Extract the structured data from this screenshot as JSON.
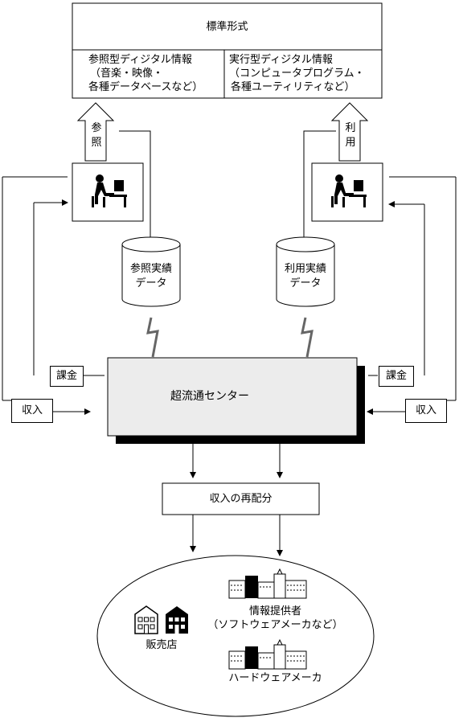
{
  "standard_format": {
    "title": "標準形式",
    "reference": {
      "line1": "参照型ディジタル情報",
      "line2": "（音楽・映像・",
      "line3": "各種データベースなど）"
    },
    "executable": {
      "line1": "実行型ディジタル情報",
      "line2": "（コンピュータプログラム・",
      "line3": "各種ユーティリティなど）"
    }
  },
  "left_arrow": {
    "c1": "参",
    "c2": "照"
  },
  "right_arrow": {
    "c1": "利",
    "c2": "用"
  },
  "left_db": {
    "line1": "参照実績",
    "line2": "データ"
  },
  "right_db": {
    "line1": "利用実績",
    "line2": "データ"
  },
  "left_charge": "課金",
  "right_charge": "課金",
  "left_income": "収入",
  "right_income": "収入",
  "center": "超流通センター",
  "redistribution": "収入の再配分",
  "ellipse": {
    "store": "販売店",
    "provider_line1": "情報提供者",
    "provider_line2": "（ソフトウェアメーカなど）",
    "hardware": "ハードウェアメーカ"
  },
  "icons": [
    "computer-user-icon",
    "store-building-icon",
    "city-buildings-icon",
    "database-cylinder-icon",
    "lightning-icon"
  ]
}
